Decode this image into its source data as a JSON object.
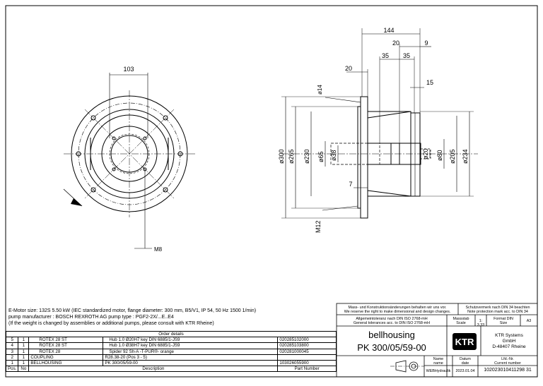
{
  "notes": {
    "line1": "E-Motor size:  132S  5.50 kW  (IEC standardized motor, flange diameter:  300 mm, B5/V1, IP 54, 50 Hz 1500 1/min)",
    "line2": "pump manufacturer   :  BOSCH REXROTH AG   pump type   :  PGF2-2X/...E..E4",
    "line3": "(If the weight is changed by assemblies or additional pumps, please consult with KTR Rheine)"
  },
  "bom": {
    "order_details": "Order details",
    "headers": {
      "pos": "Pos.",
      "no": "No",
      "description": "Description",
      "part_number": "Part Number"
    },
    "rows": [
      {
        "pos": "5",
        "no": "1",
        "name": "ROTEX  28 ST",
        "desc": "Hub 1.0 Ø20H7 key DIN 6885/1-JS9",
        "part": "020285102000"
      },
      {
        "pos": "4",
        "no": "1",
        "name": "ROTEX  28 ST",
        "desc": "Hub 1.0 Ø38H7 key DIN 6885/1-JS9",
        "part": "020285103800"
      },
      {
        "pos": "3",
        "no": "1",
        "name": "ROTEX  28",
        "desc": "Spider 92 Sh-A -T-PUR®- orange",
        "part": "020281000045"
      },
      {
        "pos": "2",
        "no": "1",
        "name": "COUPLING",
        "desc": "R28.38-20  (Pos 3 - 5)",
        "part": ""
      },
      {
        "pos": "1",
        "no": "1",
        "name": "BELLHOUSING",
        "desc": "PK  300/05/59-00",
        "part": "103026055900"
      }
    ]
  },
  "title_block": {
    "notice_de": "Mass- und Konstruktionsänderungen behalten wir uns vor.",
    "notice_en": "We reserve the right to make dimensional and design changes.",
    "protection_de": "Schutzvermerk nach DIN 34 beachten",
    "protection_en": "Note protection mark acc. to DIN 34",
    "tolerance_de": "Allgemeintoleranz nach DIN ISO 2768-mH",
    "tolerance_en": "General tolerances acc. to DIN ISO 2768-mH",
    "scale_label": "Massstab",
    "scale_label_en": "Scale",
    "scale_value": "1: 3.33",
    "format_label": "Format DIN",
    "format_label_en": "Size",
    "format_value": "A3",
    "title": "bellhousing",
    "drawing_number": "PK  300/05/59-00",
    "logo": "KTR",
    "company_line1": "KTR Systems",
    "company_line2": "GmbH",
    "company_line3": "D-48407 Rheine",
    "name_label": "Name",
    "name_label_en": "name",
    "date_label": "Datum",
    "date_label_en": "date",
    "current_label": "Lfd.-Nr.",
    "current_label_en": "Current number",
    "name_value": "WEBHydraulik",
    "date_value": "2023.01.04",
    "current_value": "102023010411298 31"
  },
  "dimensions": {
    "front": {
      "d103": "103",
      "m8": "M8"
    },
    "side": {
      "d144": "144",
      "d20_top": "20",
      "d9": "9",
      "d35a": "35",
      "d35b": "35",
      "d20_left": "20",
      "d15": "15",
      "d7": "7",
      "dia14": "ø14",
      "dia300": "ø300",
      "dia265": "ø265",
      "dia230": "ø230",
      "dia65": "ø65",
      "dia38": "ø38",
      "dia20": "ø20",
      "dia80": "ø80",
      "dia205": "ø205",
      "dia234": "ø234",
      "m12": "M12"
    }
  }
}
